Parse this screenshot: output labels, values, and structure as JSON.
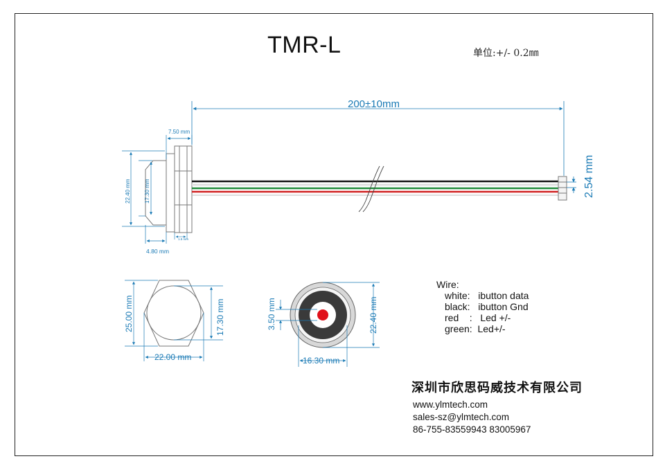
{
  "title": "TMR-L",
  "unit_note": "单位:+/- 0.2㎜",
  "dimensions": {
    "cable_length": "200±10mm",
    "connector_pitch": "2.54 mm",
    "nut_width": "7.50 mm",
    "head_height": "22.40 mm",
    "body_height": "17.30 mm",
    "head_thickness": "4.80 mm",
    "small_gap": "1.5 mm",
    "hex_height": "25.00 mm",
    "hex_inner": "17.30 mm",
    "hex_width": "22.00 mm",
    "led_dot": "3.50 mm",
    "face_height": "22.40 mm",
    "face_width": "16.30 mm"
  },
  "wires": {
    "header": "Wire:",
    "rows": [
      "white:   ibutton data",
      "black:   ibutton Gnd",
      "red    :   Led +/-",
      "green:  Led+/-"
    ]
  },
  "company": {
    "name": "深圳市欣思码威技术有限公司",
    "website": "www.ylmtech.com",
    "email": "sales-sz@ylmtech.com",
    "phone": "86-755-83559943 83005967"
  },
  "colors": {
    "dimension": "#1a7ab5",
    "wire_black": "#111111",
    "wire_green": "#1f8a3a",
    "wire_red": "#d02020",
    "led": "#e0101a"
  }
}
